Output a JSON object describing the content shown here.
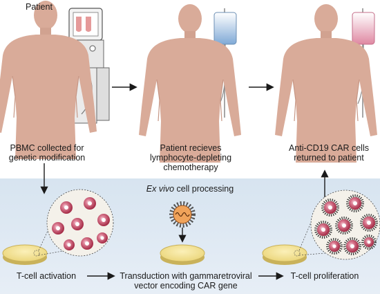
{
  "labels": {
    "patient": "Patient",
    "step1": [
      "PBMC collected for",
      "genetic modification"
    ],
    "step2": [
      "Patient recieves",
      "lymphocyte-depleting",
      "chemotherapy"
    ],
    "step3": [
      "Anti-CD19 CAR cells",
      "returned to patient"
    ],
    "ex_vivo_italic": "Ex vivo",
    "ex_vivo_rest": " cell processing",
    "activation": "T-cell activation",
    "transduction": [
      "Transduction with gammaretroviral",
      "vector encoding CAR gene"
    ],
    "proliferation": "T-cell proliferation"
  },
  "colors": {
    "skin": "#d9ab99",
    "skin_shade": "#c69684",
    "panel_bg": "#dfe9f3",
    "dish": "#f0de84",
    "dish_edge": "#c9b25a",
    "cell": "#c0405a",
    "cell_core": "#ffffff",
    "arrow": "#1a1a1a",
    "bag_chemo": "#8fb4d8",
    "bag_car": "#e29cb0",
    "machine": "#e6e6e6"
  },
  "icons": {
    "machine": "apheresis-machine-icon",
    "iv_chemo": "iv-bag-chemotherapy-icon",
    "iv_car": "iv-bag-car-cells-icon",
    "virus": "gammaretrovirus-icon"
  }
}
